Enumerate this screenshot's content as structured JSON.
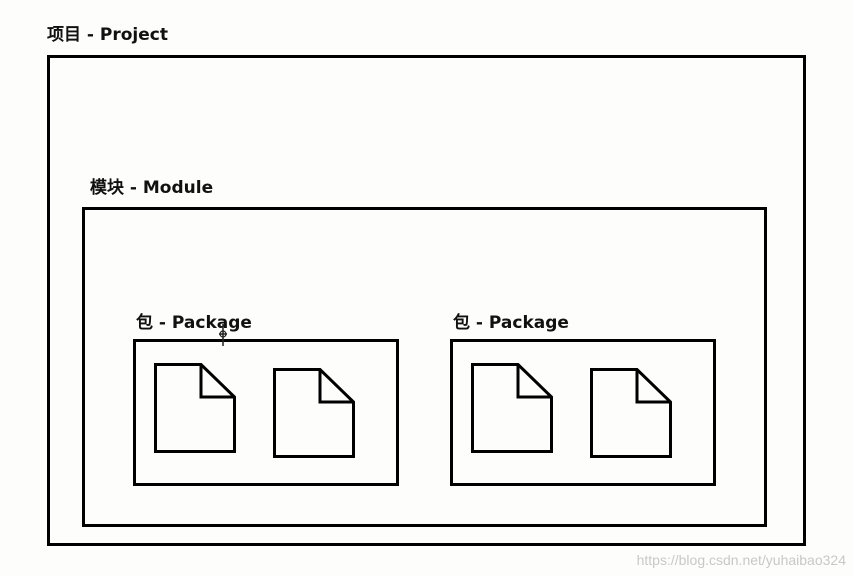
{
  "project": {
    "label": "项目 - Project"
  },
  "module": {
    "label": "模块 - Module"
  },
  "packages": [
    {
      "label": "包 - Package"
    },
    {
      "label": "包 - Package"
    }
  ],
  "watermark": "https://blog.csdn.net/yuhaibao324"
}
